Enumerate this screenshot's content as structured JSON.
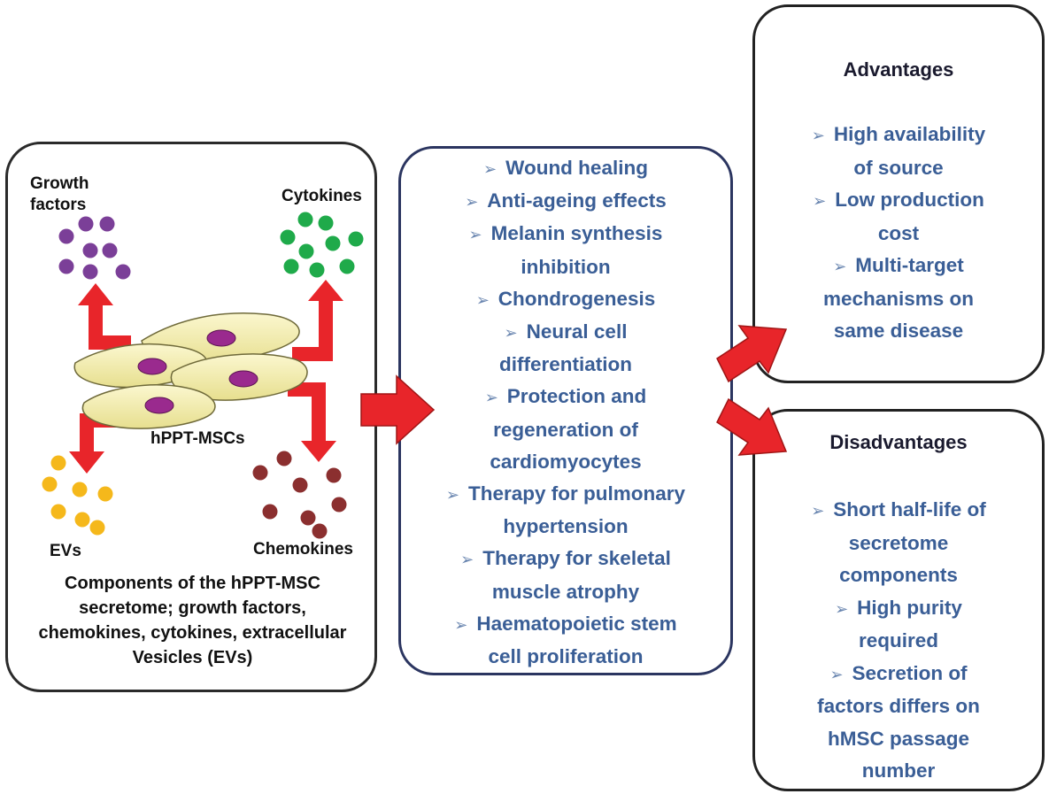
{
  "left_panel": {
    "labels": {
      "growth_factors": "Growth\nfactors",
      "cytokines": "Cytokines",
      "cells": "hPPT-MSCs",
      "evs": "EVs",
      "chemokines": "Chemokines"
    },
    "caption_lines": [
      "Components of the hPPT-MSC",
      "secretome; growth factors,",
      "chemokines, cytokines,  extracellular",
      "Vesicles (EVs)"
    ]
  },
  "applications": {
    "items": [
      [
        "Wound healing"
      ],
      [
        "Anti-ageing effects"
      ],
      [
        "Melanin synthesis",
        "inhibition"
      ],
      [
        "Chondrogenesis"
      ],
      [
        "Neural cell",
        "differentiation"
      ],
      [
        "Protection and",
        "regeneration of",
        "cardiomyocytes"
      ],
      [
        "Therapy for pulmonary",
        "hypertension"
      ],
      [
        "Therapy for skeletal",
        "muscle atrophy"
      ],
      [
        "Haematopoietic stem",
        "cell proliferation"
      ]
    ]
  },
  "advantages": {
    "heading": "Advantages",
    "items": [
      [
        "High availability",
        "of source"
      ],
      [
        "Low production",
        "cost"
      ],
      [
        "Multi-target",
        "mechanisms on",
        "same disease"
      ]
    ]
  },
  "disadvantages": {
    "heading": "Disadvantages",
    "items": [
      [
        "Short half-life of",
        "secretome",
        "components"
      ],
      [
        "High purity",
        "required"
      ],
      [
        "Secretion of",
        "factors differs on",
        "hMSC passage",
        "number"
      ]
    ]
  },
  "colors": {
    "growth_factor_dots": "#7b3f98",
    "cytokine_dots": "#1faa4a",
    "ev_dots": "#f5b81b",
    "chemokine_dots": "#8b2f2f",
    "arrow_red": "#e8252a",
    "cell_fill": "#f3eeb0",
    "nucleus": "#9a2a8e",
    "list_text": "#3a5e96"
  },
  "icons": [
    "bullet-arrow-icon",
    "red-arrow-icon",
    "cell-icon"
  ]
}
